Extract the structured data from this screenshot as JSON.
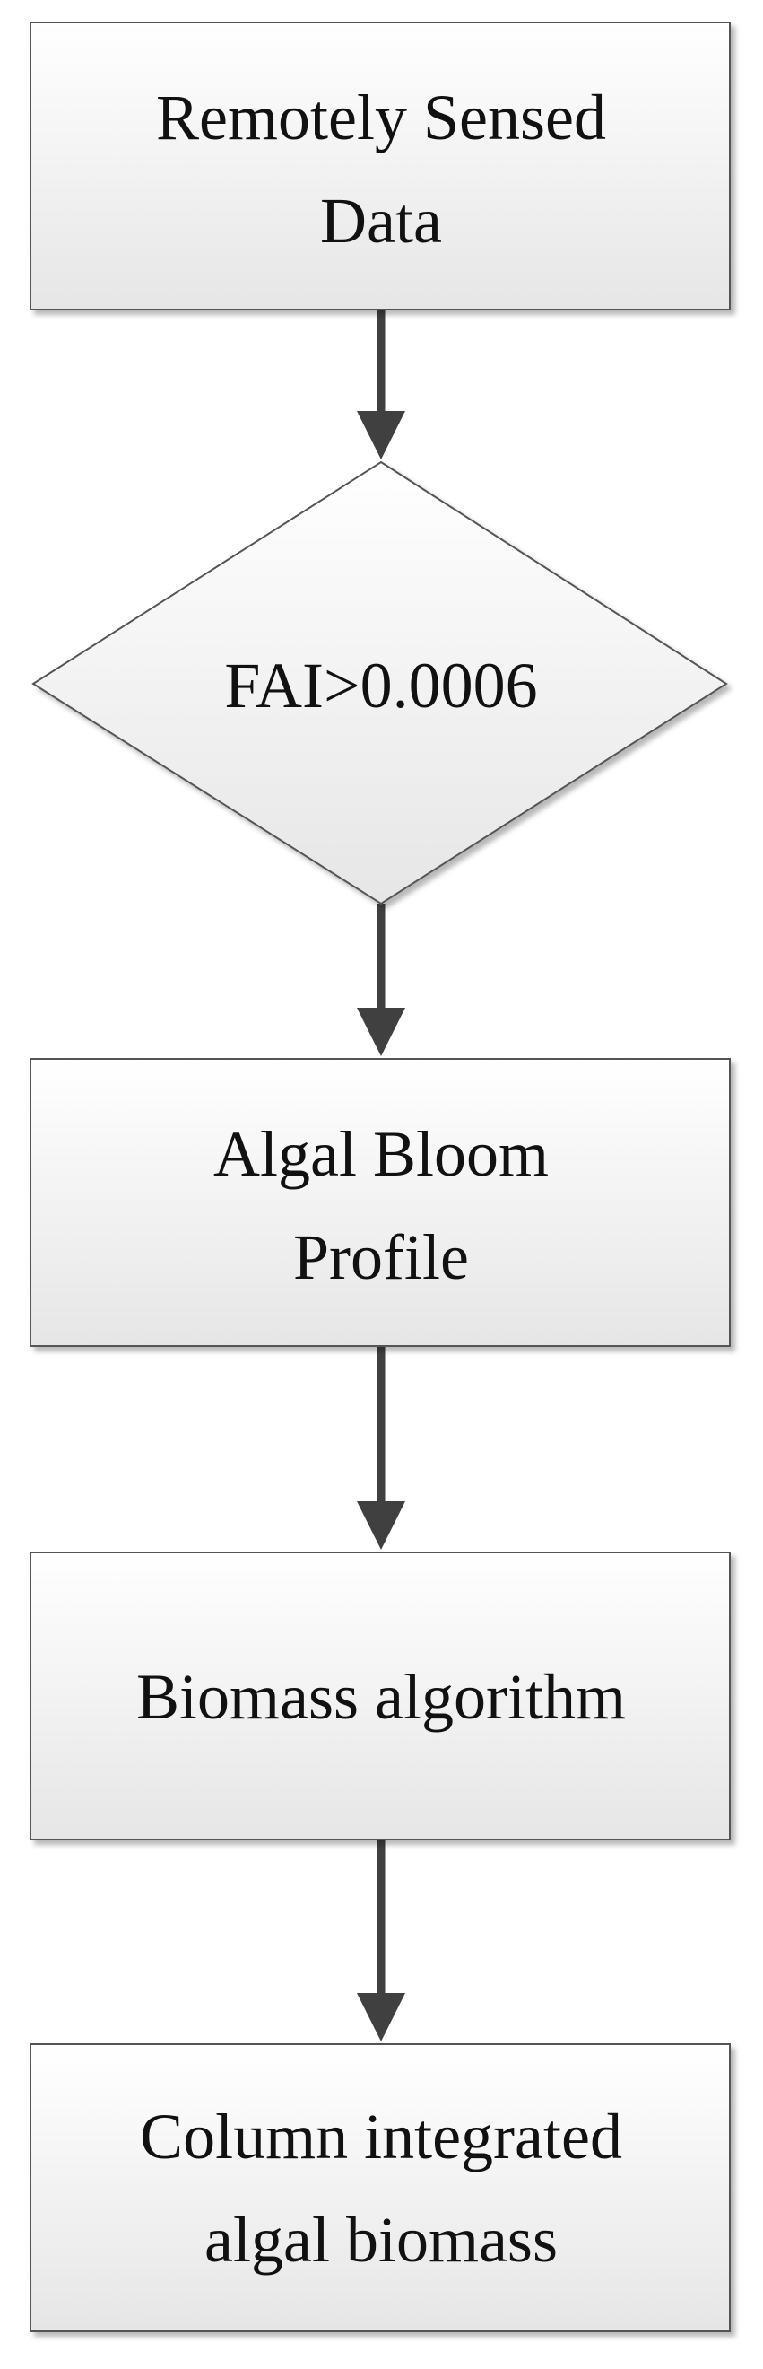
{
  "diagram": {
    "type": "flowchart",
    "nodes": [
      {
        "id": "remotely-sensed-data",
        "shape": "rectangle",
        "lines": [
          "Remotely Sensed",
          "Data"
        ]
      },
      {
        "id": "fai-threshold",
        "shape": "diamond",
        "lines": [
          "FAI>0.0006"
        ]
      },
      {
        "id": "algal-bloom-profile",
        "shape": "rectangle",
        "lines": [
          "Algal Bloom",
          "Profile"
        ]
      },
      {
        "id": "biomass-algorithm",
        "shape": "rectangle",
        "lines": [
          "Biomass algorithm"
        ]
      },
      {
        "id": "column-integrated-algal-biomass",
        "shape": "rectangle",
        "lines": [
          "Column integrated",
          "algal biomass"
        ]
      }
    ],
    "edges": [
      {
        "from": "remotely-sensed-data",
        "to": "fai-threshold"
      },
      {
        "from": "fai-threshold",
        "to": "algal-bloom-profile"
      },
      {
        "from": "algal-bloom-profile",
        "to": "biomass-algorithm"
      },
      {
        "from": "biomass-algorithm",
        "to": "column-integrated-algal-biomass"
      }
    ],
    "colors": {
      "node_fill_top": "#ffffff",
      "node_fill_bottom": "#e6e6e6",
      "node_border": "#555555",
      "arrow": "#404040",
      "text": "#111111"
    }
  }
}
